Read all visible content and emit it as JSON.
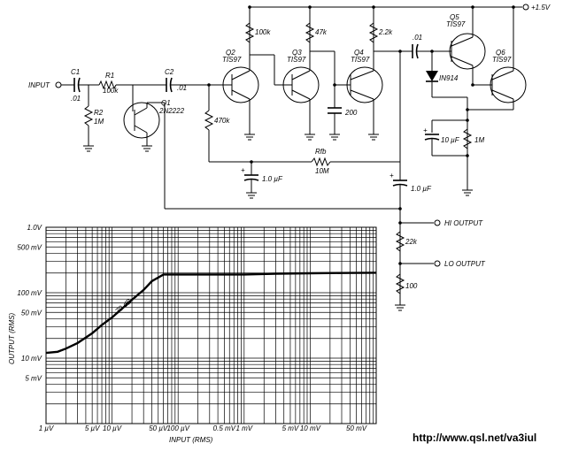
{
  "schematic": {
    "input_label": "INPUT",
    "supply_label": "+1.5V",
    "hi_output_label": "HI OUTPUT",
    "lo_output_label": "LO OUTPUT",
    "c1_name": "C1",
    "c1_value": ".01",
    "r1_name": "R1",
    "r1_value": "100k",
    "r2_name": "R2",
    "r2_value": "1M",
    "c2_name": "C2",
    "c2_value": ".01",
    "q1_name": "Q1",
    "q1_type": "2N2222",
    "q2_name": "Q2",
    "q2_type": "TIS97",
    "q3_name": "Q3",
    "q3_type": "TIS97",
    "q4_name": "Q4",
    "q4_type": "TIS97",
    "q5_name": "Q5",
    "q5_type": "TIS97",
    "q6_name": "Q6",
    "q6_type": "TIS97",
    "r_100k": "100k",
    "r_47k": "47k",
    "r_2k2": "2.2k",
    "r_470k": "470k",
    "c_200": "200",
    "c_01": ".01",
    "diode": "IN914",
    "c_10uf": "10 µF",
    "r_1m": "1M",
    "rfb_name": "Rfb",
    "rfb_value": "10M",
    "c_1uf_a": "1.0 µF",
    "c_1uf_b": "1.0 µF",
    "r_22k": "22k",
    "r_100": "100"
  },
  "chart_data": {
    "type": "line",
    "xlabel": "INPUT (RMS)",
    "ylabel": "OUTPUT (RMS)",
    "x_scale": "log",
    "y_scale": "log",
    "x_tick_labels": [
      "1 µV",
      "5 µV",
      "10 µV",
      "50 µV",
      "100 µV",
      "0.5 mV",
      "1 mV",
      "5 mV",
      "10 mV",
      "50 mV"
    ],
    "y_tick_labels": [
      "1.0V",
      "500 mV",
      "100 mV",
      "50 mV",
      "10 mV",
      "5 mV"
    ],
    "xlim_uV": [
      1,
      100000
    ],
    "ylim_mV": [
      1,
      1000
    ],
    "annotation": "70 dB",
    "series": [
      {
        "x_uV": [
          1,
          1.5,
          2,
          3,
          5,
          7,
          10,
          15,
          20,
          30,
          40,
          60,
          100,
          300,
          1000,
          3000,
          10000,
          30000,
          100000
        ],
        "y_mV": [
          12,
          12.5,
          14,
          17,
          24,
          32,
          42,
          60,
          78,
          110,
          150,
          190,
          190,
          190,
          190,
          195,
          198,
          200,
          202
        ]
      }
    ],
    "grid": true
  },
  "watermark": "http://www.qsl.net/va3iul"
}
